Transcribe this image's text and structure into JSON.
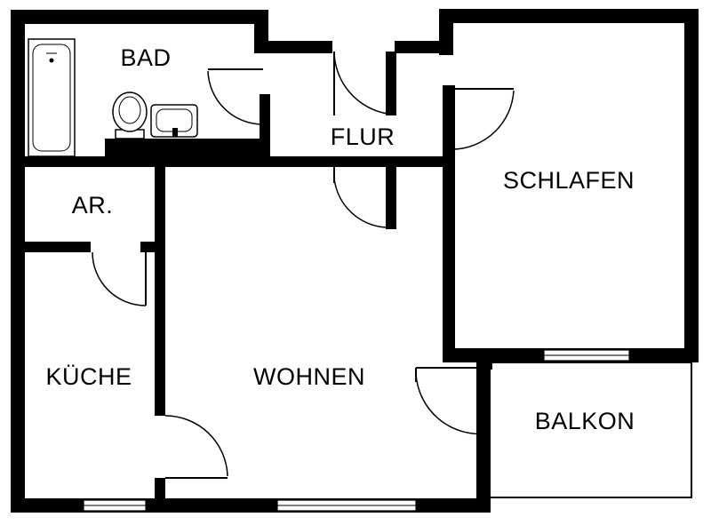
{
  "rooms": {
    "bad": "BAD",
    "flur": "FLUR",
    "schlafen": "SCHLAFEN",
    "ar": "AR.",
    "kueche": "KÜCHE",
    "wohnen": "WOHNEN",
    "balkon": "BALKON"
  },
  "colors": {
    "wall": "#000000",
    "background": "#ffffff"
  }
}
